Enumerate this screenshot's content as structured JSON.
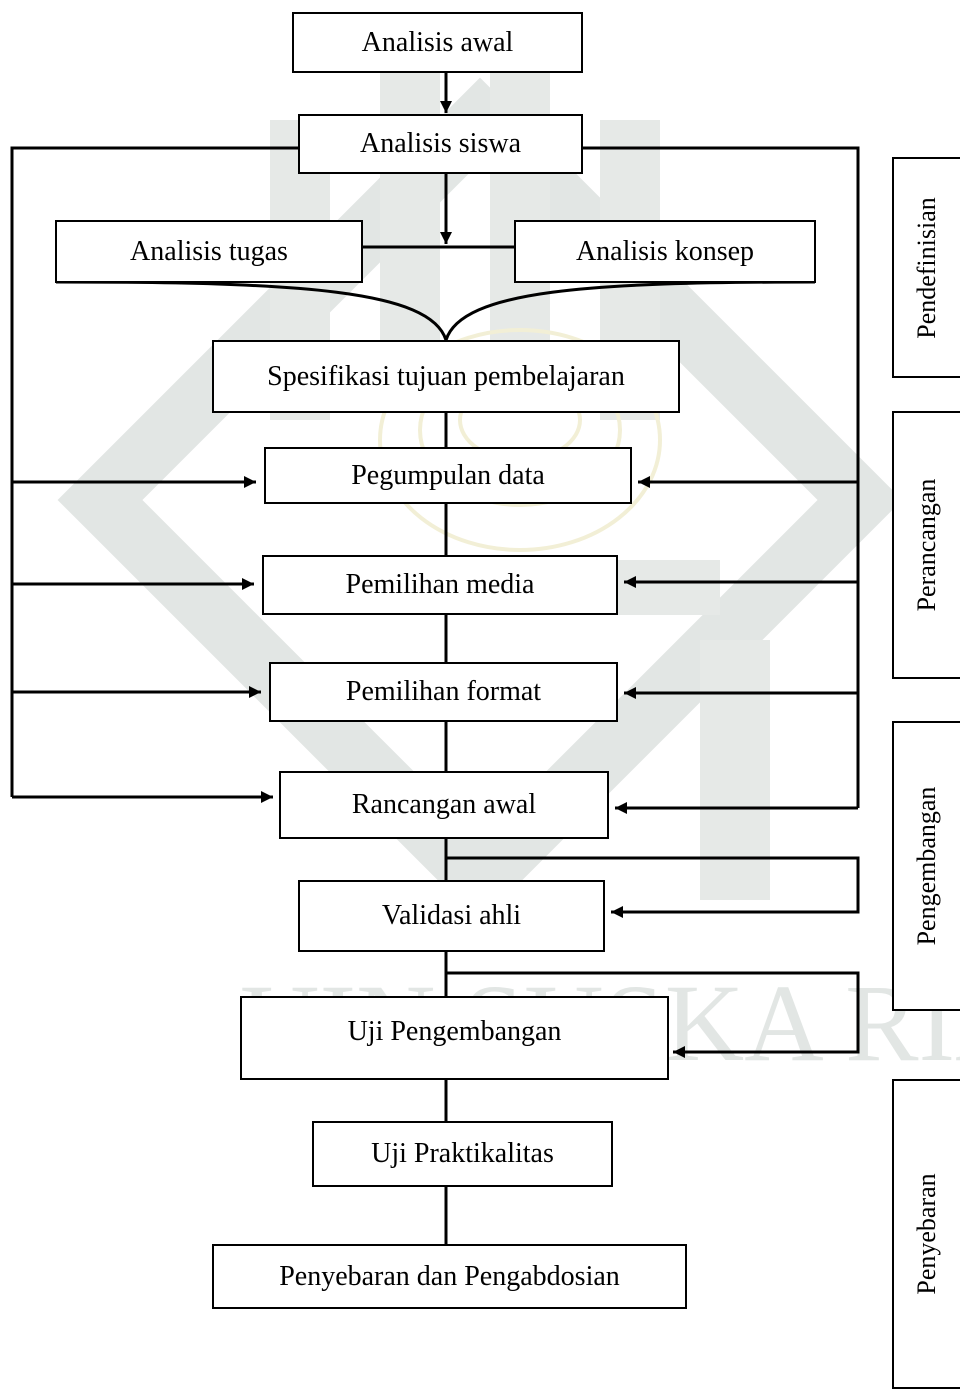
{
  "diagram": {
    "steps": {
      "analisis_awal": "Analisis awal",
      "analisis_siswa": "Analisis siswa",
      "analisis_tugas": "Analisis tugas",
      "analisis_konsep": "Analisis konsep",
      "spesifikasi": "Spesifikasi tujuan pembelajaran",
      "pegumpulan_data": "Pegumpulan data",
      "pemilihan_media": "Pemilihan media",
      "pemilihan_format": "Pemilihan format",
      "rancangan_awal": "Rancangan awal",
      "validasi_ahli": "Validasi ahli",
      "uji_pengembangan": "Uji Pengembangan",
      "uji_praktikalitas": "Uji Praktikalitas",
      "penyebaran": "Penyebaran dan Pengabdosian"
    },
    "phases": {
      "pendefinisian": "Pendefinisian",
      "perancangan": "Perancangan",
      "pengembangan": "Pengembangan",
      "penyebaran": "Penyebaran"
    }
  },
  "watermark": {
    "text": "UIN SUSKA RIAU",
    "color": "#dfe3e1",
    "accent": "#f3f1d8"
  },
  "colors": {
    "line": "#000000",
    "box_fill": "#ffffff"
  }
}
